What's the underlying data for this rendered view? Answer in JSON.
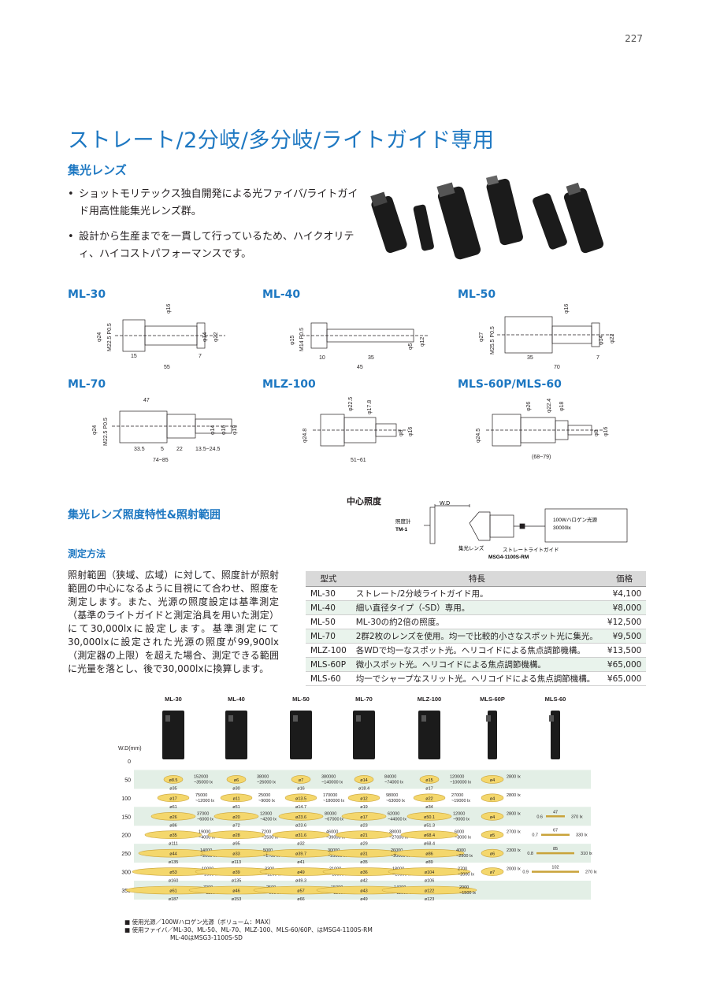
{
  "page_number": "227",
  "title": "ストレート/2分岐/多分岐/ライトガイド専用",
  "subtitle": "集光レンズ",
  "bullets": [
    "ショットモリテックス独自開発による光ファイバ/ライトガイド用高性能集光レンズ群。",
    "設計から生産までを一貫して行っているため、ハイクオリティ、ハイコストパフォーマンスです。"
  ],
  "drawings": [
    {
      "name": "ML-30",
      "dims": [
        "φ24",
        "M22.5 P0.5",
        "φ16",
        "φ14",
        "φ22",
        "15",
        "7",
        "55"
      ]
    },
    {
      "name": "ML-40",
      "dims": [
        "φ15",
        "M14 P0.5",
        "φ5",
        "φ12",
        "10",
        "35",
        "45"
      ]
    },
    {
      "name": "ML-50",
      "dims": [
        "φ27",
        "M25.5 P0.5",
        "φ16",
        "φ14",
        "φ22",
        "35",
        "7",
        "70"
      ]
    },
    {
      "name": "ML-70",
      "dims": [
        "47",
        "φ24",
        "M22.5 P0.5",
        "φ14",
        "φ16",
        "φ19",
        "33.5",
        "5",
        "22",
        "13.5~24.5",
        "74~85"
      ]
    },
    {
      "name": "MLZ-100",
      "dims": [
        "φ22.5",
        "φ17.8",
        "φ24.8",
        "φ8",
        "φ16",
        "51~61"
      ]
    },
    {
      "name": "MLS-60P/MLS-60",
      "dims": [
        "φ26",
        "φ22.4",
        "φ18",
        "φ24.5",
        "φ8",
        "φ16",
        "(68~79)"
      ]
    }
  ],
  "section_title": "集光レンズ照度特性&照射範囲",
  "center_diagram": {
    "title": "中心照度",
    "wd": "W.D",
    "meter_label": "照度計",
    "meter_model": "TM-1",
    "source_line1": "100Wハロゲン光源",
    "source_line2": "30000lx",
    "lens_label": "集光レンズ",
    "guide_label": "ストレートライトガイド",
    "guide_model": "MSG4-1100S-RM"
  },
  "method_title": "測定方法",
  "method_text": "照射範囲（狭域、広域）に対して、照度計が照射範囲の中心になるように目視にて合わせ、照度を測定します。また、光源の照度設定は基準測定（基準のライトガイドと測定治具を用いた測定）にて30,000lxに設定します。基準測定にて30,000lxに設定された光源の照度が99,900lx（測定器の上限）を超えた場合、測定できる範囲に光量を落とし、後で30,000lxに換算します。",
  "table": {
    "headers": [
      "型式",
      "特長",
      "価格"
    ],
    "rows": [
      [
        "ML-30",
        "ストレート/2分岐ライトガイド用。",
        "¥4,100"
      ],
      [
        "ML-40",
        "細い直径タイプ（-SD）専用。",
        "¥8,000"
      ],
      [
        "ML-50",
        "ML-30の約2倍の照度。",
        "¥12,500"
      ],
      [
        "ML-70",
        "2群2枚のレンズを使用。均一で比較的小さなスポット光に集光。",
        "¥9,500"
      ],
      [
        "MLZ-100",
        "各WDで均一なスポット光。ヘリコイドによる焦点調節機構。",
        "¥13,500"
      ],
      [
        "MLS-60P",
        "微小スポット光。ヘリコイドによる焦点調節機構。",
        "¥65,000"
      ],
      [
        "MLS-60",
        "均一でシャープなスリット光。ヘリコイドによる焦点調節機構。",
        "¥65,000"
      ]
    ]
  },
  "chart_data": {
    "type": "table",
    "ylabel": "W.D(mm)",
    "wd_ticks": [
      0,
      50,
      100,
      150,
      200,
      250,
      300,
      350
    ],
    "columns": [
      {
        "name": "ML-30",
        "spots": [
          "ø8.5",
          "ø17",
          "ø26",
          "ø35",
          "ø44",
          "ø53",
          "ø61"
        ],
        "wide": [
          "ø35",
          "ø61",
          "ø86",
          "ø111",
          "ø135",
          "ø160",
          "ø187"
        ],
        "lux": [
          "152000\n~35000 lx",
          "75000\n~12000 lx",
          "37000\n~6000 lx",
          "19000\n~4000 lx",
          "14000\n~2000 lx",
          "10000\n~2000 lx",
          "7000\n~1100 lx"
        ]
      },
      {
        "name": "ML-40",
        "spots": [
          "ø6",
          "ø11",
          "ø20",
          "ø28",
          "ø33",
          "ø39",
          "ø46"
        ],
        "wide": [
          "ø30",
          "ø51",
          "ø72",
          "ø95",
          "ø113",
          "ø135",
          "ø153"
        ],
        "lux": [
          "38000\n~26000 lx",
          "25000\n~9000 lx",
          "12000\n~4200 lx",
          "7200\n~2500 lx",
          "5000\n~1700 lx",
          "3300\n~1200 lx",
          "2500\n~900 lx"
        ]
      },
      {
        "name": "ML-50",
        "spots": [
          "ø7",
          "ø13.5",
          "ø23.6",
          "ø31.6",
          "ø39.7",
          "ø49",
          "ø57"
        ],
        "wide": [
          "ø16",
          "ø14.7",
          "ø23.6",
          "ø32",
          "ø41",
          "ø49.3",
          "ø66"
        ],
        "lux": [
          "380000\n~140000 lx",
          "170000\n~180000 lx",
          "80000\n~67000 lx",
          "46000\n~39000 lx",
          "30000\n~25000 lx",
          "21000\n~18000 lx",
          "15000\n~13000 lx"
        ]
      },
      {
        "name": "ML-70",
        "spots": [
          "ø14",
          "ø12",
          "ø17",
          "ø21",
          "ø31",
          "ø36",
          "ø43"
        ],
        "wide": [
          "ø18.4",
          "ø19",
          "ø23",
          "ø29",
          "ø35",
          "ø42",
          "ø49"
        ],
        "lux": [
          "84000\n~74000 lx",
          "98000\n~63000 lx",
          "62000\n~44000 lx",
          "38000\n~27000 lx",
          "26000\n~20000 lx",
          "18000\n~15000 lx",
          "14000\n~11000 lx"
        ]
      },
      {
        "name": "MLZ-100",
        "spots": [
          "ø15",
          "ø22",
          "ø50.1",
          "ø68.4",
          "ø86",
          "ø104",
          "ø122"
        ],
        "wide": [
          "ø17",
          "ø34",
          "ø51.3",
          "ø68.4",
          "ø89",
          "ø106",
          "ø123"
        ],
        "lux": [
          "120000\n~100000 lx",
          "27000\n~19000 lx",
          "12000\n~9000 lx",
          "6000\n~3000 lx",
          "4000\n~2900 lx",
          "2700\n~2000 lx",
          "2000\n~1500 lx"
        ]
      },
      {
        "name": "MLS-60P",
        "spots": [
          "ø4",
          "ø4",
          "ø4",
          "ø5",
          "ø6",
          "ø7"
        ],
        "lux": [
          "2800 lx",
          "2800 lx",
          "2800 lx",
          "2700 lx",
          "2300 lx",
          "2000 lx"
        ]
      },
      {
        "name": "MLS-60",
        "thickness": [
          "0.6",
          "0.7",
          "0.8",
          "0.9"
        ],
        "lengths": [
          "47",
          "67",
          "85",
          "102"
        ],
        "lux": [
          "370 lx",
          "330 lx",
          "310 lx",
          "270 lx"
        ]
      }
    ]
  },
  "notes": [
    "■ 使用光源／100Wハロゲン光源（ボリューム：MAX）",
    "■ 使用ファイバ／ML-30、ML-50、ML-70、MLZ-100、MLS-60/60P、はMSG4-1100S-RM",
    "ML-40はMSG3-1100S-SD"
  ],
  "colors": {
    "accent": "#1e78c2",
    "band": "#e3efe6",
    "spot": "#f4d76c",
    "spot_stroke": "#c9a33a",
    "table_head": "#d9d9d9"
  }
}
